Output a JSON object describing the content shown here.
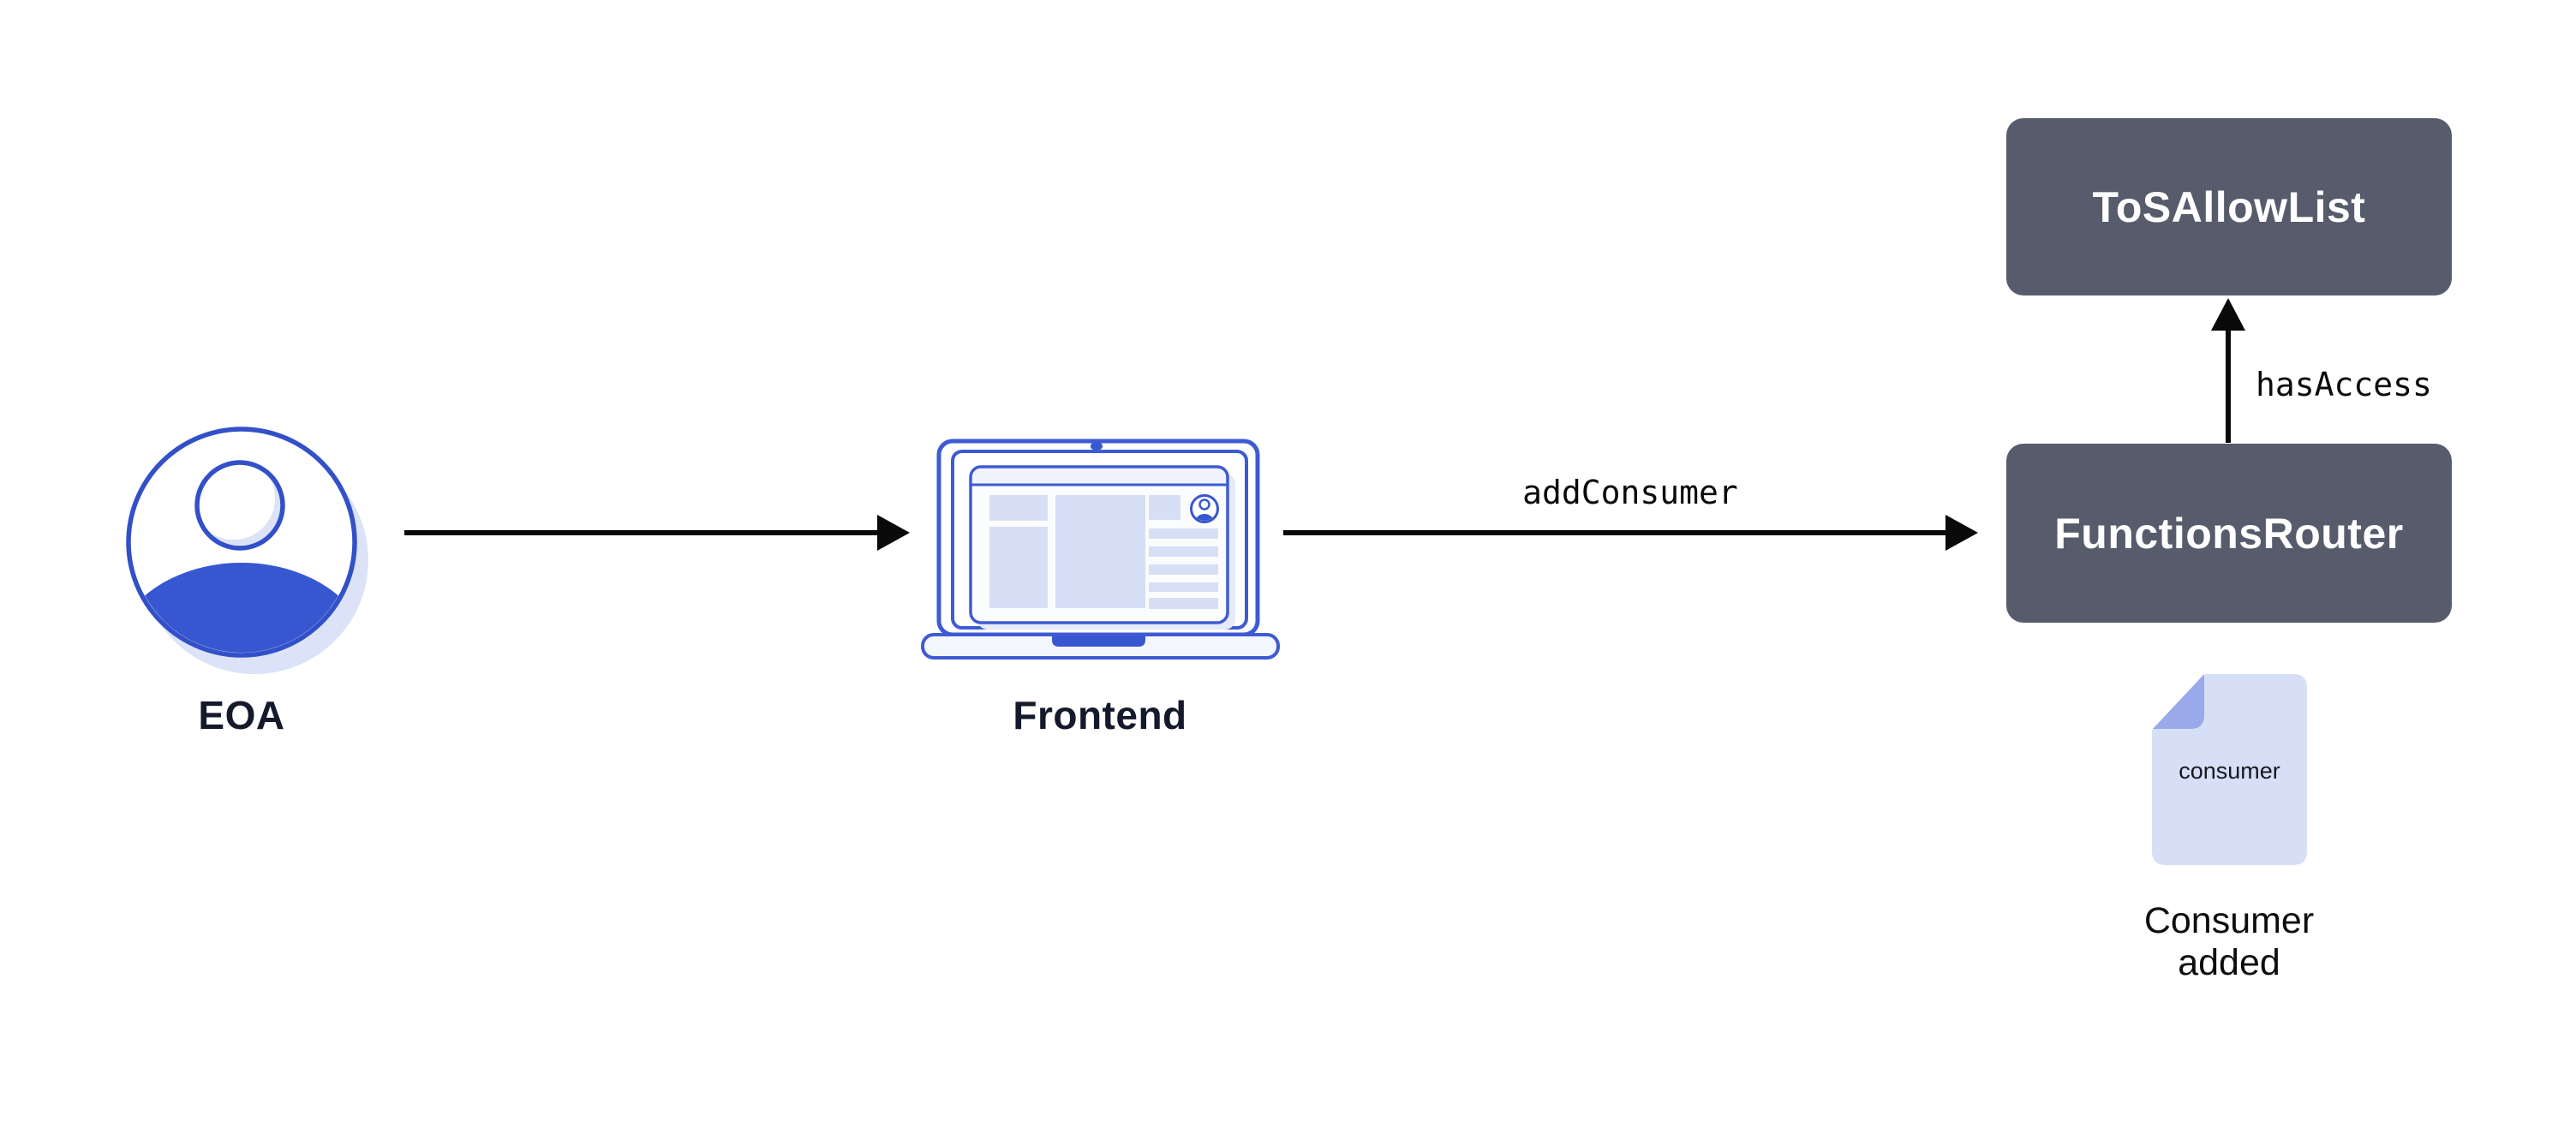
{
  "nodes": {
    "eoa": {
      "label": "EOA"
    },
    "frontend": {
      "label": "Frontend"
    },
    "functions_router": {
      "label": "FunctionsRouter"
    },
    "tos_allow_list": {
      "label": "ToSAllowList"
    },
    "consumer_file": {
      "file_label": "consumer",
      "caption": "Consumer added"
    }
  },
  "edges": {
    "eoa_to_frontend": {
      "label": ""
    },
    "frontend_to_functions_router": {
      "label": "addConsumer"
    },
    "functions_router_to_tos_allow_list": {
      "label": "hasAccess"
    }
  },
  "icons": {
    "eoa": "user-icon",
    "frontend": "laptop-icon",
    "consumer_file": "document-icon"
  },
  "colors": {
    "contract_box": "#565C6B",
    "contract_text": "#FFFFFF",
    "accent_blue": "#3757D0",
    "outline_blue": "#3250C8",
    "lavender": "#D6DFF6",
    "periwinkle_fold": "#99A9EA",
    "shadow_lavender": "#DCE3F8",
    "label_navy": "#141A2B",
    "arrow_black": "#0A0A0A",
    "background": "#FFFFFF"
  }
}
